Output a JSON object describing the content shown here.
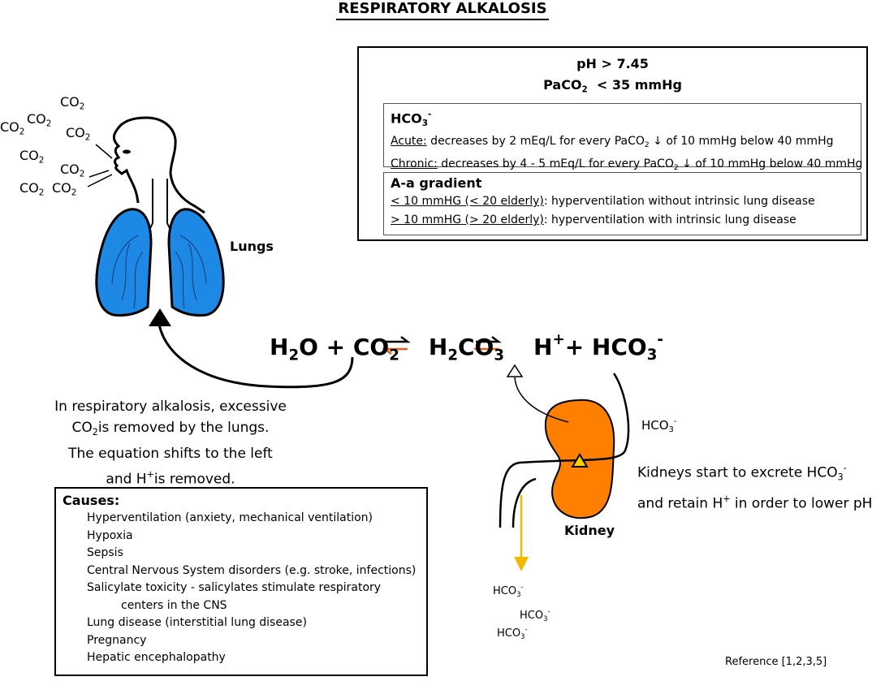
{
  "title": "RESPIRATORY ALKALOSIS",
  "info": {
    "ph": "pH > 7.45",
    "paco2_prefix": "PaCO",
    "paco2_sub": "2",
    "paco2_suffix": "  < 35 mmHg",
    "hco3_box": {
      "heading": "HCO",
      "heading_sub": "3",
      "heading_sup": "-",
      "acute_label": "Acute:",
      "acute_text_a": " decreases by 2 mEq/L for every PaCO",
      "acute_sub": "2",
      "acute_text_b": " ↓ of 10 mmHg below 40 mmHg",
      "chronic_label": "Chronic:",
      "chronic_text_a": " decreases by 4 - 5 mEq/L for every PaCO",
      "chronic_sub": "2",
      "chronic_text_b": " ↓ of 10 mmHg below 40 mmHg"
    },
    "aa_box": {
      "heading": "A-a gradient",
      "line1_label": "< 10 mmHG (< 20 elderly)",
      "line1_text": ": hyperventilation without intrinsic lung disease",
      "line2_label": "> 10 mmHG (> 20 elderly)",
      "line2_text": ": hyperventilation with intrinsic lung disease"
    }
  },
  "co2_label": "CO",
  "co2_sub": "2",
  "lungs_label": "Lungs",
  "kidney_label": "Kidney",
  "equation": {
    "h2o_a": "H",
    "h2o_sub": "2",
    "h2o_b": "O",
    "plus1": " + ",
    "co2_a": "CO",
    "co2_sub": "2",
    "h2co3_a": "H",
    "h2co3_sub1": "2",
    "h2co3_b": "CO",
    "h2co3_sub2": "3",
    "h_a": "H",
    "h_sup": "+",
    "plus2": "+ ",
    "hco3_a": "HCO",
    "hco3_sub": "3",
    "hco3_sup": "-"
  },
  "explanation": {
    "line1": "In respiratory alkalosis, excessive",
    "line2_a": "CO",
    "line2_sub": "2",
    "line2_b": "is removed by the lungs.",
    "line3": "The equation shifts to the left",
    "line4_a": "and H",
    "line4_sup": "+",
    "line4_b": "is removed."
  },
  "causes": {
    "heading": "Causes:",
    "items": [
      "Hyperventilation (anxiety, mechanical ventilation)",
      "Hypoxia",
      "Sepsis",
      "Central Nervous System disorders (e.g. stroke, infections)",
      "Salicylate toxicity - salicylates stimulate respiratory",
      "centers in the CNS",
      "Lung disease (interstitial lung disease)",
      "Pregnancy",
      "Hepatic encephalopathy"
    ]
  },
  "kidney": {
    "hco3_a": "HCO",
    "hco3_sub": "3",
    "hco3_sup": "-",
    "line1_a": "Kidneys start to excrete HCO",
    "line1_sub": "3",
    "line1_sup": "-",
    "line2_a": "and retain H",
    "line2_sup": "+",
    "line2_b": " in order to lower pH"
  },
  "reference": "Reference [1,2,3,5]",
  "colors": {
    "lung_fill": "#1e88e5",
    "kidney_fill": "#ff7f00",
    "equilibrium_arrow": "#e8631a",
    "excretion_arrow": "#f5b800",
    "transporter": "#f5d000"
  }
}
